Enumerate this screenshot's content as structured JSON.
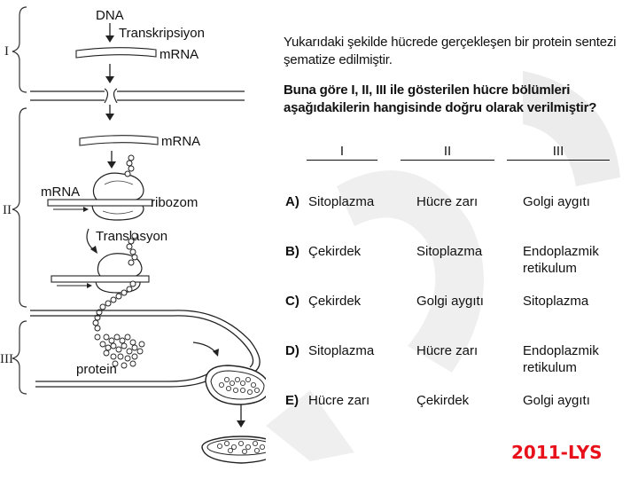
{
  "diagram": {
    "labels": {
      "dna": "DNA",
      "transcription": "Transkripsiyon",
      "mrna_top": "mRNA",
      "mrna_mid": "mRNA",
      "mrna_left": "mRNA",
      "ribosome": "ribozom",
      "translation": "Translasyon",
      "protein": "protein"
    },
    "sections": [
      "I",
      "II",
      "III"
    ]
  },
  "question": {
    "intro": "Yukarıdaki şekilde hücrede gerçekleşen bir protein sentezi şematize edilmiştir.",
    "prompt": "Buna göre I, II, III ile gösterilen hücre bölümleri aşağıdakilerin hangisinde doğru olarak verilmiştir?",
    "headers": [
      "I",
      "II",
      "III"
    ],
    "options": [
      {
        "letter": "A)",
        "i": "Sitoplazma",
        "ii": "Hücre zarı",
        "iii": "Golgi aygıtı"
      },
      {
        "letter": "B)",
        "i": "Çekirdek",
        "ii": "Sitoplazma",
        "iii": "Endoplazmik retikulum"
      },
      {
        "letter": "C)",
        "i": "Çekirdek",
        "ii": "Golgi aygıtı",
        "iii": "Sitoplazma"
      },
      {
        "letter": "D)",
        "i": "Sitoplazma",
        "ii": "Hücre zarı",
        "iii": "Endoplazmik retikulum"
      },
      {
        "letter": "E)",
        "i": "Hücre zarı",
        "ii": "Çekirdek",
        "iii": "Golgi aygıtı"
      }
    ]
  },
  "source_label": "2011-LYS",
  "colors": {
    "accent": "#e8101a",
    "watermark": "#e6e6e6"
  }
}
